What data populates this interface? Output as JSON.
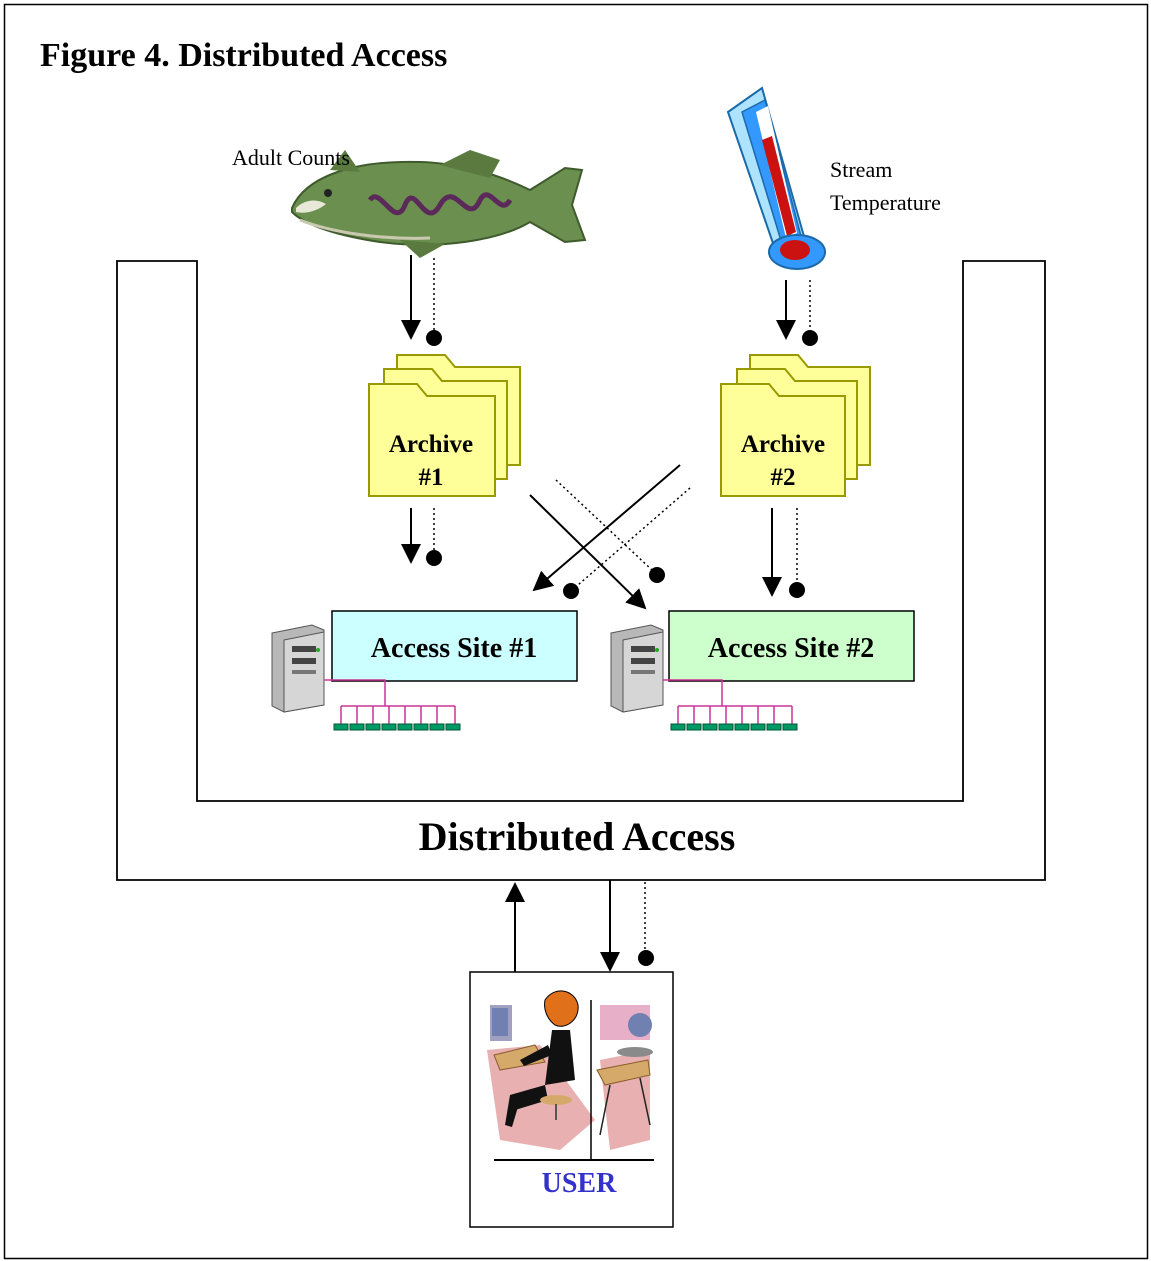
{
  "figure_title": "Figure 4. Distributed Access",
  "sources": {
    "fish_label": "Adult Counts",
    "thermometer_label_line1": "Stream",
    "thermometer_label_line2": "Temperature"
  },
  "archives": [
    {
      "line1": "Archive",
      "line2": "#1"
    },
    {
      "line1": "Archive",
      "line2": "#2"
    }
  ],
  "access_sites": [
    {
      "label": "Access Site #1",
      "fill": "#ccffff"
    },
    {
      "label": "Access Site #2",
      "fill": "#ccffcc"
    }
  ],
  "system_label": "Distributed Access",
  "user_label": "USER",
  "colors": {
    "folder_fill": "#ffff99",
    "folder_stroke": "#999900",
    "user_label": "#3333cc",
    "network_line": "#cc3399",
    "network_node": "#009966",
    "fish_body": "#6b8f4e",
    "thermo_blue": "#3399ff",
    "thermo_red": "#cc1111"
  },
  "icons": [
    "salmon-icon",
    "thermometer-icon",
    "folder-stack-icon",
    "server-icon",
    "network-icon",
    "user-workstation-icon"
  ]
}
